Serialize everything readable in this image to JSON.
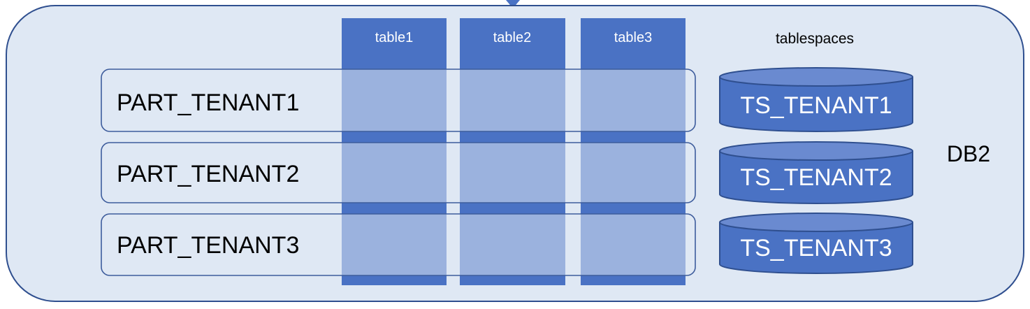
{
  "db": {
    "label": "DB2"
  },
  "tables": [
    {
      "label": "table1"
    },
    {
      "label": "table2"
    },
    {
      "label": "table3"
    }
  ],
  "partitions": [
    {
      "label": "PART_TENANT1"
    },
    {
      "label": "PART_TENANT2"
    },
    {
      "label": "PART_TENANT3"
    }
  ],
  "tablespaces": {
    "heading": "tablespaces",
    "items": [
      {
        "label": "TS_TENANT1"
      },
      {
        "label": "TS_TENANT2"
      },
      {
        "label": "TS_TENANT3"
      }
    ]
  },
  "colors": {
    "container_fill": "#dfe8f4",
    "container_stroke": "#2f4f8f",
    "table_fill": "#4a72c4",
    "table_overlap": "#96add9",
    "partition_stroke": "#3d5c9c",
    "cylinder_fill": "#4a72c4",
    "cylinder_top": "#6a8ad0",
    "cylinder_stroke": "#2f4f8f"
  }
}
